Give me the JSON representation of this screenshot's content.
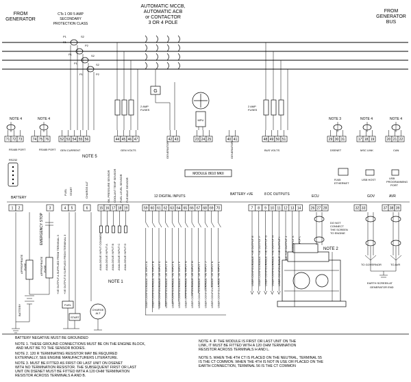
{
  "headers": {
    "from_generator": "FROM\nGENERATOR",
    "from_bus": "FROM\nGENERATOR\nBUS",
    "mccb": "AUTOMATIC MCCB,\nAUTOMATIC ACB\nor CONTACTOR\n3 OR 4 POLE",
    "ct_note": "CTs 1 OR 5 AMP\nSECONDARY\nPROTECTION CLASS"
  },
  "labels": {
    "module": "MODULE 8610 MKII",
    "amp_fuses_left": "2 AMP\nFUSES",
    "amp_fuses_right": "2 AMP\nFUSES",
    "mpu": "MPU",
    "g": "G",
    "rs232": "RS232",
    "eth": "RJ45\nETHERNET",
    "usb_host": "USB HOST",
    "usb_port": "USB\nPROGRAMMING\nPORT",
    "battery_top": "BATTERY",
    "twelve_digital": "12 DIGITAL INPUTS",
    "battery_ve": "BATTERY +VE",
    "dc_outputs": "8 DC OUTPUTS",
    "ecu": "ECU",
    "gov": "GOV",
    "avr": "AVR",
    "to_governor": "TO GOVERNOR",
    "to_avr": "TO AVR",
    "earth_screen": "EARTH SCREEN AT\nGENERATOR END",
    "do_not_connect": "DO NOT\nCONNECT\nTHE SCREEN\nTO ENGINE",
    "note1": "NOTE 1",
    "note2": "NOTE 2",
    "note3a": "NOTE 3",
    "note4a": "NOTE 4",
    "note4b": "NOTE 4",
    "note4c": "NOTE 4",
    "note4d": "NOTE 4",
    "note5": "NOTE 5",
    "fuel": "FUEL",
    "start": "START",
    "charge_alt": "CHARGE\nALT",
    "emergency_stop": "EMERGENCY STOP",
    "approp_fuse1": "APPROPRIATE\nFUSE",
    "approp_fuse2": "APPROPRIATE\nFUSE",
    "battery_side": "BATTERY",
    "fuel_sm": "FUEL",
    "start_sm": "START",
    "gen_volts": "GEN VOLTS",
    "bus_volts": "BUS VOLTS",
    "gen_current": "GEN CURRENT",
    "dsenet": "DSENET",
    "msc_link": "MSC LINK",
    "can": "CAN",
    "rs485": "RS485 PORT",
    "mpu_lbl": "MPU",
    "gen_lock": "GENERATOR\nLOADING\nINPUT",
    "gen_close": "GENERATOR\nCLOSE\nOUTPUT"
  },
  "top_terminals": {
    "group1": [
      "71",
      "72",
      "73"
    ],
    "group2": [
      "74",
      "75",
      "76"
    ],
    "group3": [
      "52",
      "53",
      "54",
      "55",
      "56"
    ],
    "group4": [
      "44",
      "45",
      "46",
      "47"
    ],
    "group5": [
      "42",
      "43"
    ],
    "group6": [
      "23",
      "24",
      "25"
    ],
    "group7": [
      "40",
      "41"
    ],
    "group8": [
      "48",
      "49",
      "50",
      "51"
    ],
    "group9": [
      "29",
      "30",
      "31"
    ],
    "group10": [
      "17",
      "18",
      "19"
    ],
    "group11": [
      "20",
      "21",
      "22"
    ]
  },
  "bottom_terminals": {
    "group1": [
      "1",
      "2"
    ],
    "group2": [
      "3"
    ],
    "group3": [
      "4",
      "5"
    ],
    "group4": [
      "6"
    ],
    "group5": [
      "15",
      "16",
      "17",
      "18",
      "19"
    ],
    "group6": [
      "59",
      "60",
      "61",
      "62",
      "63",
      "64",
      "65",
      "66",
      "67",
      "68",
      "69",
      "70"
    ],
    "group7": [
      "7",
      "8",
      "9",
      "10",
      "11",
      "12",
      "13",
      "14"
    ],
    "group8": [
      "26",
      "27",
      "28"
    ],
    "group9": [
      "32",
      "33"
    ],
    "group10": [
      "37",
      "38",
      "39"
    ]
  },
  "input_labels": {
    "analogue": [
      "ANALOGUE INPUT COMMON",
      "ANALOGUE INPUT A",
      "ANALOGUE INPUT B",
      "ANALOGUE INPUT C",
      "ANALOGUE INPUT D"
    ],
    "sensors": [
      "OIL PRESSURE SENSOR",
      "COOLANT TEMP SENSOR",
      "FUEL LEVEL SENSOR",
      "FLEXIBLE SENSOR"
    ],
    "digital": [
      "USER CONFIGURABLE -VE INPUT A",
      "USER CONFIGURABLE -VE INPUT B",
      "USER CONFIGURABLE -VE INPUT C",
      "USER CONFIGURABLE -VE INPUT D",
      "USER CONFIGURABLE -VE INPUT E",
      "USER CONFIGURABLE -VE INPUT F",
      "USER CONFIGURABLE -VE INPUT G",
      "USER CONFIGURABLE -VE INPUT H",
      "USER CONFIGURABLE -VE INPUT I",
      "USER CONFIGURABLE -VE INPUT J",
      "USER CONFIGURABLE -VE INPUT K",
      "USER CONFIGURABLE -VE INPUT L"
    ],
    "outputs": [
      "USER CONFIGURABLE +VE OUTPUT E",
      "USER CONFIGURABLE +VE OUTPUT F",
      "USER CONFIGURABLE +VE OUTPUT G",
      "USER CONFIGURABLE +VE OUTPUT H",
      "USER CONFIGURABLE +VE OUTPUT I",
      "USER CONFIGURABLE +VE OUTPUT J",
      "USER CONFIGURABLE +VE OUTPUT K",
      "USER CONFIGURABLE +VE OUTPUT L"
    ],
    "supply": [
      "+VE OUTPUT A SUPPLIED FROM TERMINAL 3",
      "+VE OUTPUT B SUPPLIED FROM TERMINAL 3"
    ]
  },
  "notes": {
    "n_ground": "BATTERY NEGATIVE MUST BE GROUNDED",
    "n1": "NOTE 1. THESE GROUND CONNECTIONS MUST BE ON THE ENGINE BLOCK,\n AND MUST BE TO THE SENSOR BODIES.",
    "n2": "NOTE 2. 120 R TERMINATING RESISTOR MAY BE REQUIRED\nEXTERNALLY, SEE ENGINE MANUFACTURERS LITERATURE.",
    "n3": "NOTE 3. MUST BE FITTED AS FIRST OR LAST UNIT ON DSENET\nWITH NO TERMINATION RESISTOR. THE SUBSEQUENT FIRST OR LAST\nUNIT ON DSENET MUST BE FITTED WITH A 120 OHM TERMINATION\nRESISTOR ACROSS TERMINALS A AND B.",
    "n4": "NOTE 4. IF THE MODULE IS FIRST OR LAST UNIT ON THE\nLINK, IT MUST BE FITTED WITH A 120 OHM TERMINATION\nRESISTOR ACROSS TERMINALS H AND L.",
    "n5": "NOTE 5. WHEN THE 4TH CT IS PLACED ON THE NEUTRAL, TERMINAL 55\nIS THE CT COMMON. WHEN THE 4TH IS NOT IN USE OR PLACED ON THE\nEARTH CONNECTION, TERMINAL 56 IS THE CT COMMON"
  }
}
